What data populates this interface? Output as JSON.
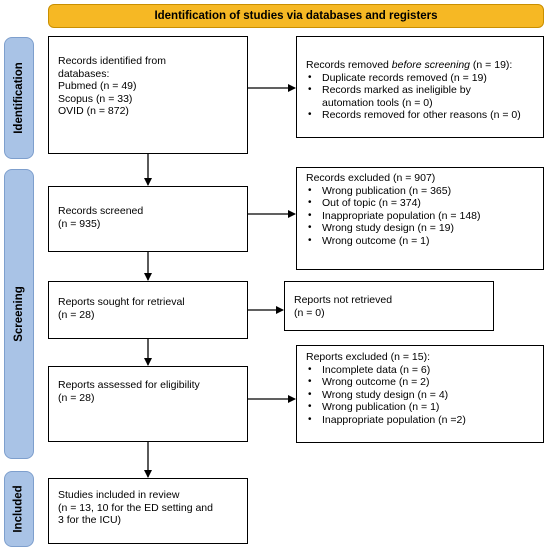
{
  "header": {
    "title": "Identification of studies via databases and registers"
  },
  "phases": {
    "identification": "Identification",
    "screening": "Screening",
    "included": "Included"
  },
  "identification": {
    "records_identified": [
      "Records identified from",
      "databases:",
      "Pubmed (n = 49)",
      "Scopus (n = 33)",
      "OVID (n = 872)"
    ],
    "removed_title_pre": "Records removed ",
    "removed_title_em": "before screening",
    "removed_title_post": " (n = 19):",
    "removed_items": [
      "Duplicate records removed  (n = 19)",
      "Records marked as ineligible by",
      "automation tools (n = 0)",
      "Records removed for other reasons (n = 0)"
    ]
  },
  "screening": {
    "screened": [
      "Records screened",
      "(n = 935)"
    ],
    "excluded_title": "Records excluded (n = 907)",
    "excluded_items": [
      "Wrong publication (n = 365)",
      "Out of topic (n = 374)",
      "Inappropriate population (n = 148)",
      "Wrong study design (n = 19)",
      "Wrong outcome (n = 1)"
    ],
    "sought": [
      "Reports sought for retrieval",
      "(n = 28)"
    ],
    "not_retrieved": [
      "Reports not retrieved",
      "(n = 0)"
    ],
    "assessed": [
      "Reports assessed for eligibility",
      "(n = 28)"
    ],
    "reports_excluded_title": "Reports excluded (n = 15):",
    "reports_excluded_items": [
      "Incomplete data (n = 6)",
      "Wrong outcome (n = 2)",
      "Wrong study design (n = 4)",
      "Wrong publication (n = 1)",
      "Inappropriate population (n =2)"
    ]
  },
  "included": {
    "studies": [
      "Studies included in review",
      "(n = 13, 10 for the ED setting and",
      "3 for the ICU)"
    ]
  },
  "bullet_glyph": "•"
}
